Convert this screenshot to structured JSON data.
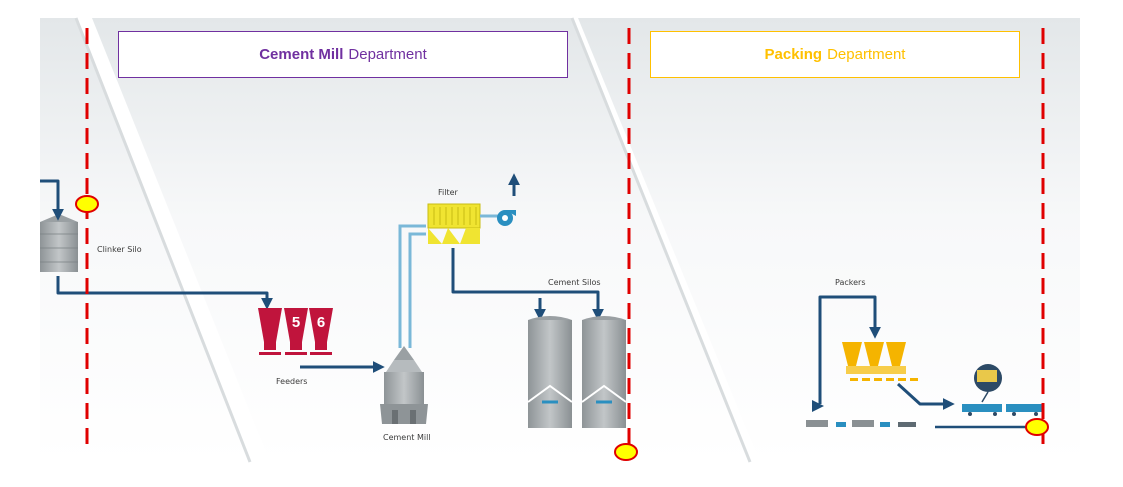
{
  "departments": {
    "cement_mill": {
      "title_bold": "Cement Mill",
      "title_rest": "Department",
      "color": "#7030a0"
    },
    "packing": {
      "title_bold": "Packing",
      "title_rest": "Department",
      "color": "#ffc000"
    }
  },
  "labels": {
    "clinker_silo": "Clinker Silo",
    "feeders": "Feeders",
    "cement_mill": "Cement Mill",
    "filter": "Filter",
    "cement_silos": "Cement Silos",
    "packers": "Packers"
  },
  "feeder_numbers": [
    "5",
    "6"
  ],
  "colors": {
    "flow": "#1f4e79",
    "dashed_boundary": "#e00000",
    "marker_fill": "#ffff00",
    "marker_stroke": "#e00000",
    "silo_gray": "#a8adb0",
    "feeder_red": "#c0143c",
    "packer_yellow": "#f5b400"
  },
  "icons": [
    "flow-arrow",
    "fan-icon",
    "truck-icon"
  ]
}
